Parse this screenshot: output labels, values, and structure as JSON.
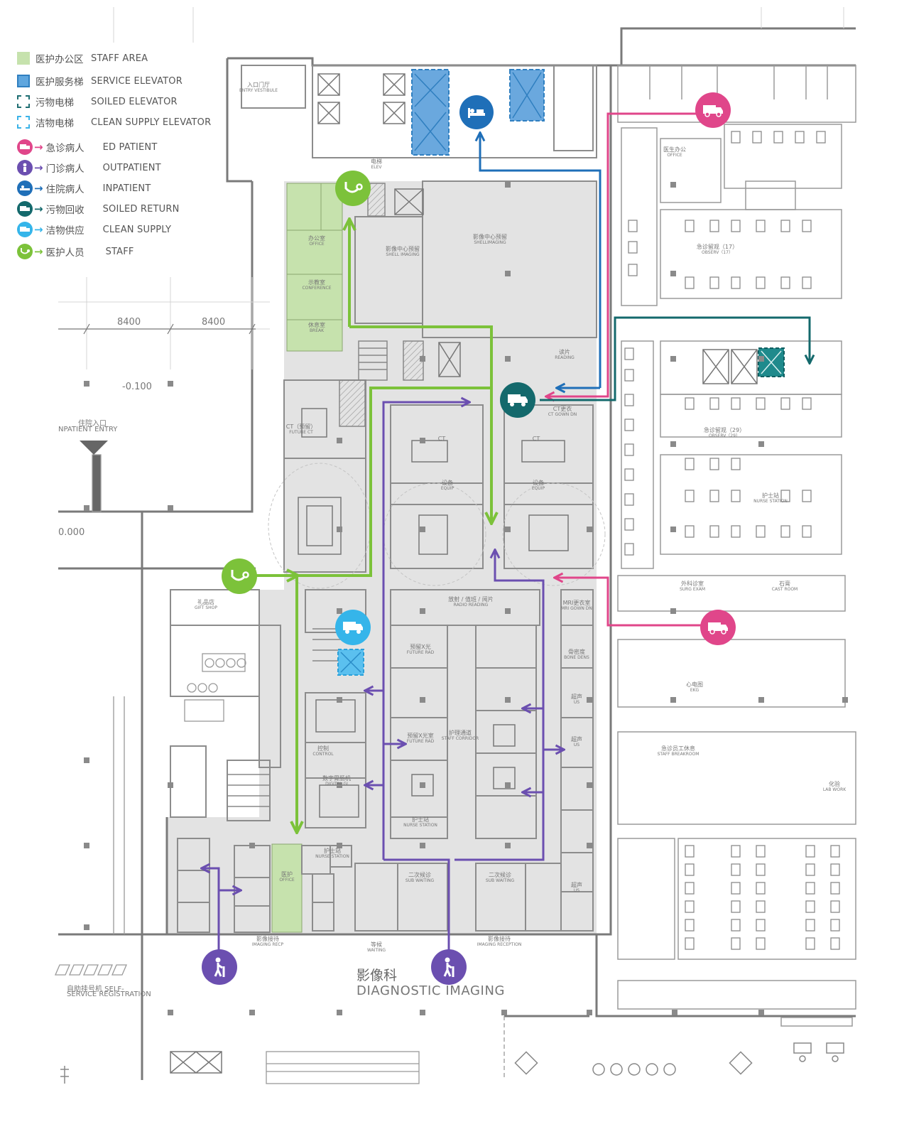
{
  "legend": {
    "areas": [
      {
        "cn": "医护办公区",
        "en": "STAFF AREA",
        "color": "#c6e2ad"
      },
      {
        "cn": "医护服务梯",
        "en": "SERVICE ELEVATOR",
        "color": "#5fa6de"
      },
      {
        "cn": "污物电梯",
        "en": "SOILED ELEVATOR",
        "color": "#1f6e72"
      },
      {
        "cn": "洁物电梯",
        "en": "CLEAN SUPPLY ELEVATOR",
        "color": "#3bb3e8"
      }
    ],
    "flows": [
      {
        "cn": "急诊病人",
        "en": "ED PATIENT",
        "color": "#e0468a",
        "icon": "ambulance-icon"
      },
      {
        "cn": "门诊病人",
        "en": "OUTPATIENT",
        "color": "#6b4fb0",
        "icon": "walking-patient-icon"
      },
      {
        "cn": "住院病人",
        "en": "INPATIENT",
        "color": "#1f6fb8",
        "icon": "hospital-bed-icon"
      },
      {
        "cn": "污物回收",
        "en": "SOILED RETURN",
        "color": "#14696c",
        "icon": "soiled-truck-icon"
      },
      {
        "cn": "洁物供应",
        "en": "CLEAN SUPPLY",
        "color": "#35b5ea",
        "icon": "clean-truck-icon"
      },
      {
        "cn": "医护人员",
        "en": "STAFF",
        "color": "#7cc23a",
        "icon": "stethoscope-icon"
      }
    ]
  },
  "plan": {
    "title_cn": "影像科",
    "title_en": "DIAGNOSTIC IMAGING",
    "dimensions": [
      "8400",
      "8400"
    ],
    "levels": [
      "-0.100",
      "0.000"
    ],
    "inpatient_entry_cn": "住院入口",
    "inpatient_entry_en": "NPATIENT ENTRY",
    "self_service_cn": "自助挂号机 SELF-",
    "self_service_en": "SERVICE REGISTRATION",
    "rooms": [
      {
        "name": "CT（预留）",
        "sub": "FUTURE CT"
      },
      {
        "name": "CT",
        "sub": ""
      },
      {
        "name": "CT",
        "sub": ""
      },
      {
        "name": "影像中心预留",
        "sub": "SHELL IMAGING"
      },
      {
        "name": "影像中心预留",
        "sub": "SHELLIMAGING"
      },
      {
        "name": "办公室",
        "sub": "OFFICE"
      },
      {
        "name": "示教室",
        "sub": "CONFERENCE"
      },
      {
        "name": "休息室",
        "sub": "BREAK"
      },
      {
        "name": "礼品店",
        "sub": "GIFT SHOP"
      },
      {
        "name": "放射 / 值班 / 阅片",
        "sub": "RADIO READING"
      },
      {
        "name": "护士站",
        "sub": "NURSE STATION"
      },
      {
        "name": "护士站",
        "sub": "NURSE STATION"
      },
      {
        "name": "二次候诊",
        "sub": "SUB WAITING"
      },
      {
        "name": "二次候诊",
        "sub": "SUB WAITING"
      },
      {
        "name": "影像接待",
        "sub": "IMAGING RECEPTION"
      },
      {
        "name": "影像接待",
        "sub": "IMAGING RECP"
      },
      {
        "name": "等候",
        "sub": "WAITING"
      },
      {
        "name": "急诊留观（29）",
        "sub": "OBSERV（29）"
      },
      {
        "name": "急诊留观（17）",
        "sub": "OBSERV（17）"
      },
      {
        "name": "医生办公",
        "sub": "OFFICE"
      },
      {
        "name": "护士站",
        "sub": "NURSE STATION"
      },
      {
        "name": "外科诊室",
        "sub": "SURG EXAM"
      },
      {
        "name": "心电图",
        "sub": "EKG"
      },
      {
        "name": "石膏",
        "sub": "CAST ROOM"
      },
      {
        "name": "急诊员工休息",
        "sub": "STAFF BREAKROOM"
      },
      {
        "name": "化验",
        "sub": "LAB WORK"
      },
      {
        "name": "医护",
        "sub": "OFFICE"
      },
      {
        "name": "预留X光",
        "sub": "FUTURE RAD"
      },
      {
        "name": "预留X光室",
        "sub": "FUTURE RAD"
      },
      {
        "name": "超声",
        "sub": "US"
      },
      {
        "name": "超声",
        "sub": "US"
      },
      {
        "name": "超声",
        "sub": "US"
      },
      {
        "name": "骨密度",
        "sub": "BONE DENS"
      },
      {
        "name": "MRI更衣室",
        "sub": "MRI GOWN DN"
      },
      {
        "name": "CT更衣",
        "sub": "CT GOWN DN"
      },
      {
        "name": "读片",
        "sub": "READING"
      },
      {
        "name": "护理通道",
        "sub": "STAFF CORRIDOR"
      },
      {
        "name": "入口门厅",
        "sub": "ENTRY VESTIBULE"
      },
      {
        "name": "电梯",
        "sub": "ELEV"
      },
      {
        "name": "数字胃肠机",
        "sub": "DIGITAL GI"
      },
      {
        "name": "控制",
        "sub": "CONTROL"
      },
      {
        "name": "设备",
        "sub": "EQUIP"
      },
      {
        "name": "设备",
        "sub": "EQUIP"
      }
    ]
  }
}
